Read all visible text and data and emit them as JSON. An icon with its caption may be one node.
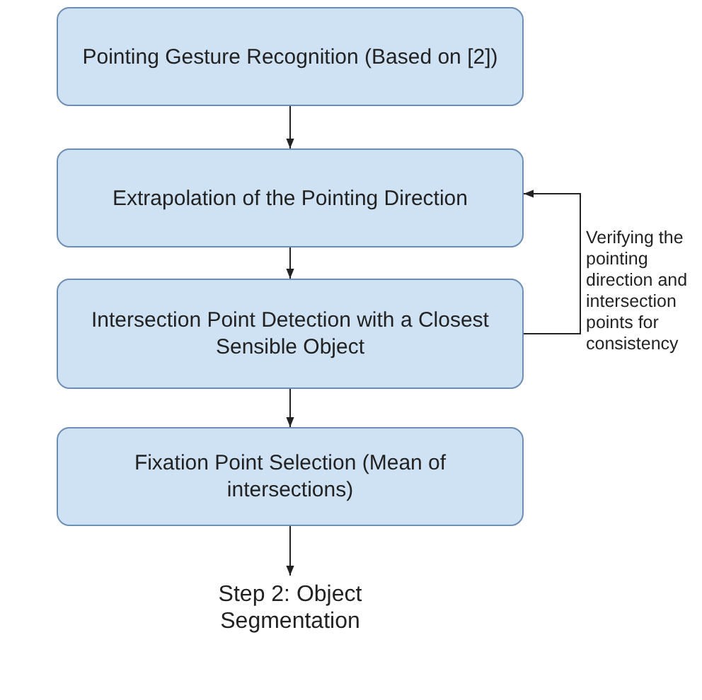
{
  "diagram": {
    "nodes": [
      {
        "text": [
          "Pointing Gesture Recognition (Based on [2])"
        ]
      },
      {
        "text": [
          "Extrapolation of the Pointing Direction"
        ]
      },
      {
        "text": [
          "Intersection Point Detection with a Closest Sensible Object"
        ]
      },
      {
        "text": [
          "Fixation Point Selection (Mean of intersections)"
        ]
      },
      {
        "text": [
          "Step 2: Object Segmentation"
        ]
      }
    ],
    "edges": [
      {
        "from": 0,
        "to": 1,
        "arrow": "to"
      },
      {
        "from": 1,
        "to": 2,
        "arrow": "to"
      },
      {
        "from": 2,
        "to": 3,
        "arrow": "to"
      },
      {
        "from": 3,
        "to": 4,
        "arrow": "to"
      },
      {
        "from": 2,
        "to": 1,
        "arrow": "to",
        "label": "Verifying the pointing direction and intersection points for consistency"
      }
    ]
  }
}
